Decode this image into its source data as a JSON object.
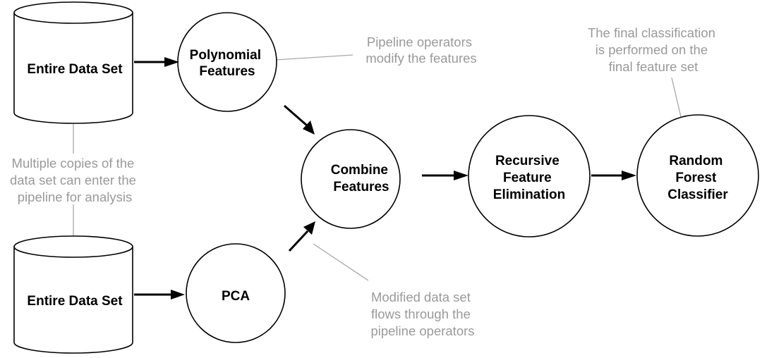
{
  "nodes": {
    "dataset_top": {
      "lines": [
        "Entire Data Set"
      ]
    },
    "dataset_bottom": {
      "lines": [
        "Entire Data Set"
      ]
    },
    "polynomial": {
      "lines": [
        "Polynomial",
        "Features"
      ]
    },
    "pca": {
      "lines": [
        "PCA"
      ]
    },
    "combine": {
      "lines": [
        "Combine",
        "Features"
      ]
    },
    "rfe": {
      "lines": [
        "Recursive",
        "Feature",
        "Elimination"
      ]
    },
    "rf": {
      "lines": [
        "Random",
        "Forest",
        "Classifier"
      ]
    }
  },
  "notes": {
    "pipeline_ops": [
      "Pipeline operators",
      "modify the features"
    ],
    "final_class": [
      "The final classification",
      "is performed on the",
      "final feature set"
    ],
    "multi_copies": [
      "Multiple copies of the",
      "data set can enter the",
      "pipeline for analysis"
    ],
    "modified_flow": [
      "Modified data set",
      "flows through the",
      "pipeline operators"
    ]
  },
  "colors": {
    "node_stroke": "#000000",
    "note_text": "#9a9a9a",
    "leader_line": "#a8a8a8"
  }
}
